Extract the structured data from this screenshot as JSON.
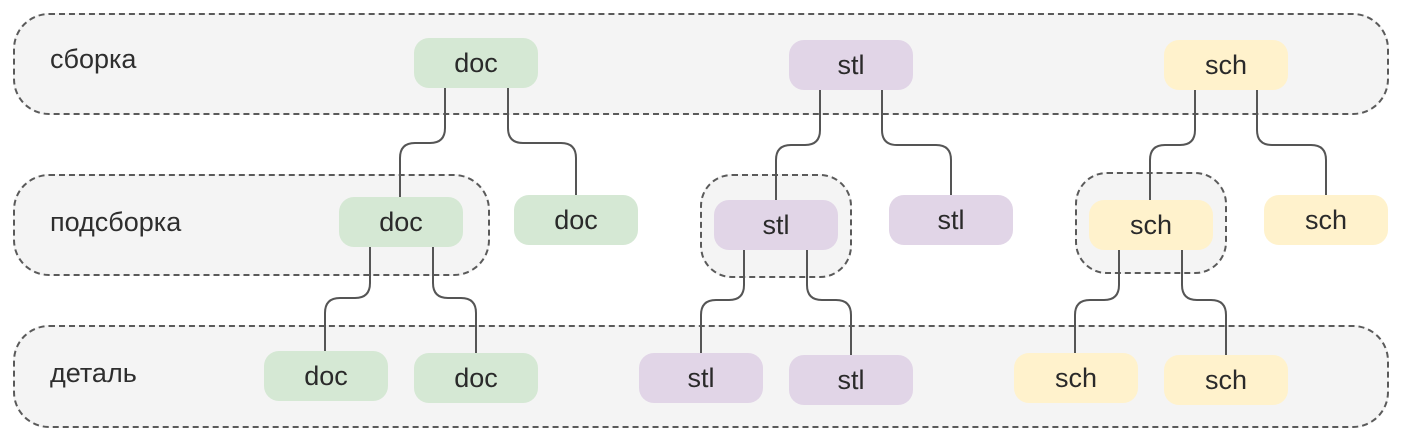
{
  "levels": {
    "assembly": "сборка",
    "subassembly": "подсборка",
    "part": "деталь"
  },
  "nodes": {
    "doc_root": "doc",
    "doc_sub": "doc",
    "doc_sub_part1": "doc",
    "doc_sub_part2": "doc",
    "doc_direct": "doc",
    "stl_root": "stl",
    "stl_sub": "stl",
    "stl_sub_part1": "stl",
    "stl_sub_part2": "stl",
    "stl_direct": "stl",
    "sch_root": "sch",
    "sch_sub": "sch",
    "sch_sub_part1": "sch",
    "sch_sub_part2": "sch",
    "sch_direct": "sch"
  },
  "colors": {
    "doc": "#d5e8d4",
    "stl": "#e1d5e7",
    "sch": "#fff2cc",
    "connector": "#555555",
    "band_border": "#5a5a5a",
    "band_fill": "#f4f4f4"
  }
}
